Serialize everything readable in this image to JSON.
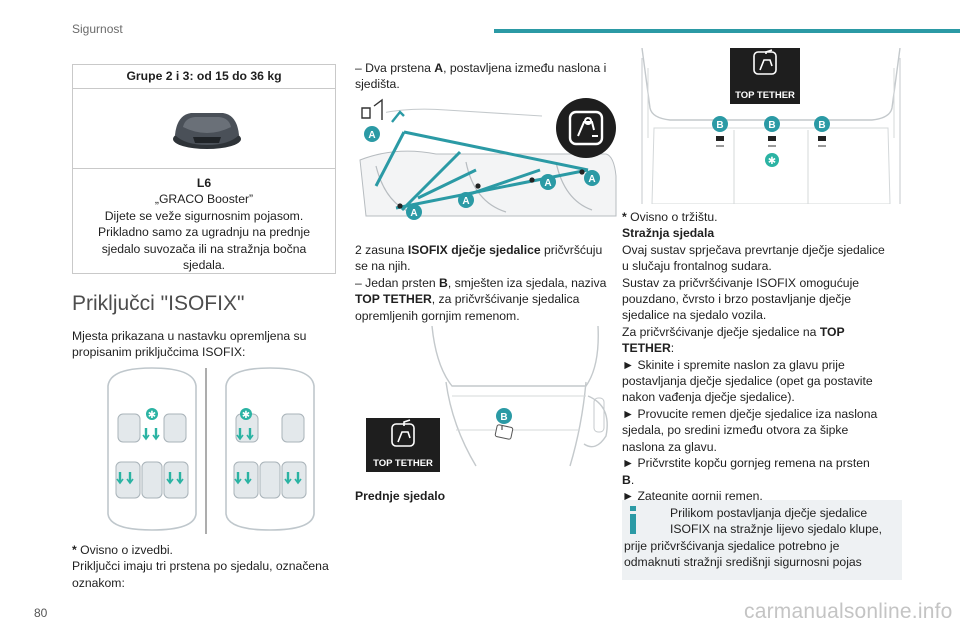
{
  "header": {
    "section": "Sigurnost"
  },
  "page_number": "80",
  "accent_color": "#2b9aa5",
  "table": {
    "heading": "Grupe 2 i 3: od 15 do 36 kg",
    "model": "L6",
    "name": "„GRACO Booster”",
    "line1": "Dijete se veže sigurnosnim pojasom.",
    "line2": "Prikladno samo za ugradnju na prednje",
    "line3": "sjedalo suvozača ili na stražnja bočna",
    "line4": "sjedala."
  },
  "left": {
    "title": "Priključci \"ISOFIX\"",
    "intro1": "Mjesta prikazana u nastavku opremljena su",
    "intro2": "propisanim priključcima ISOFIX:",
    "footnote_star": "*",
    "footnote_text": " Ovisno o izvedbi.",
    "para1": "Priključci imaju tri prstena po sjedalu, označena",
    "para2": "oznakom:"
  },
  "middle": {
    "l1": "–  Dva prstena ",
    "l1b": "A",
    "l1c": ", postavljena između naslona i",
    "l2": "sjedišta.",
    "l3a": "2 zasuna ",
    "l3b": "ISOFIX dječje sjedalice",
    "l3c": " pričvršćuju",
    "l4": "se na njih.",
    "l5a": "–  Jedan prsten ",
    "l5b": "B",
    "l5c": ", smješten iza sjedala, naziva",
    "l6a": "TOP TETHER",
    "l6b": ", za pričvršćivanje sjedalica",
    "l7": "opremljenih gornjim remenom.",
    "caption": "Prednje sjedalo",
    "tether_label": "TOP TETHER",
    "badge_a": "A",
    "badge_b": "B"
  },
  "right": {
    "star": "*",
    "l1": " Ovisno o tržištu.",
    "h1": "Stražnja sjedala",
    "l2": "Ovaj sustav sprječava prevrtanje dječje sjedalice",
    "l3": "u slučaju frontalnog sudara.",
    "l4": "Sustav za pričvršćivanje ISOFIX omogućuje",
    "l5": "pouzdano, čvrsto i brzo postavljanje dječje",
    "l6": "sjedalice na sjedalo vozila.",
    "l7a": "Za pričvršćivanje dječje sjedalice na ",
    "l7b": "TOP",
    "l8a": "TETHER",
    "l8b": ":",
    "b1a": "►  Skinite i spremite naslon za glavu prije",
    "b1b": "postavljanja dječje sjedalice (opet ga postavite",
    "b1c": "nakon vađenja dječje sjedalice).",
    "b2a": "►  Provucite remen dječje sjedalice iza naslona",
    "b2b": "sjedala, po sredini između otvora za šipke",
    "b2c": "naslona za glavu.",
    "b3a": "►  Pričvrstite kopču gornjeg remena na prsten",
    "b3b": "B",
    "b3c": ".",
    "b4": "►  Zategnite gornji remen.",
    "note1": "Prilikom postavljanja dječje sjedalice",
    "note2": "ISOFIX na stražnje lijevo sjedalo klupe,",
    "note3": "prije pričvršćivanja sjedalice potrebno je",
    "note4": "odmaknuti stražnji središnji sigurnosni pojas",
    "tether_label": "TOP TETHER",
    "badge_b": "B"
  },
  "watermark": "carmanualsonline.info"
}
